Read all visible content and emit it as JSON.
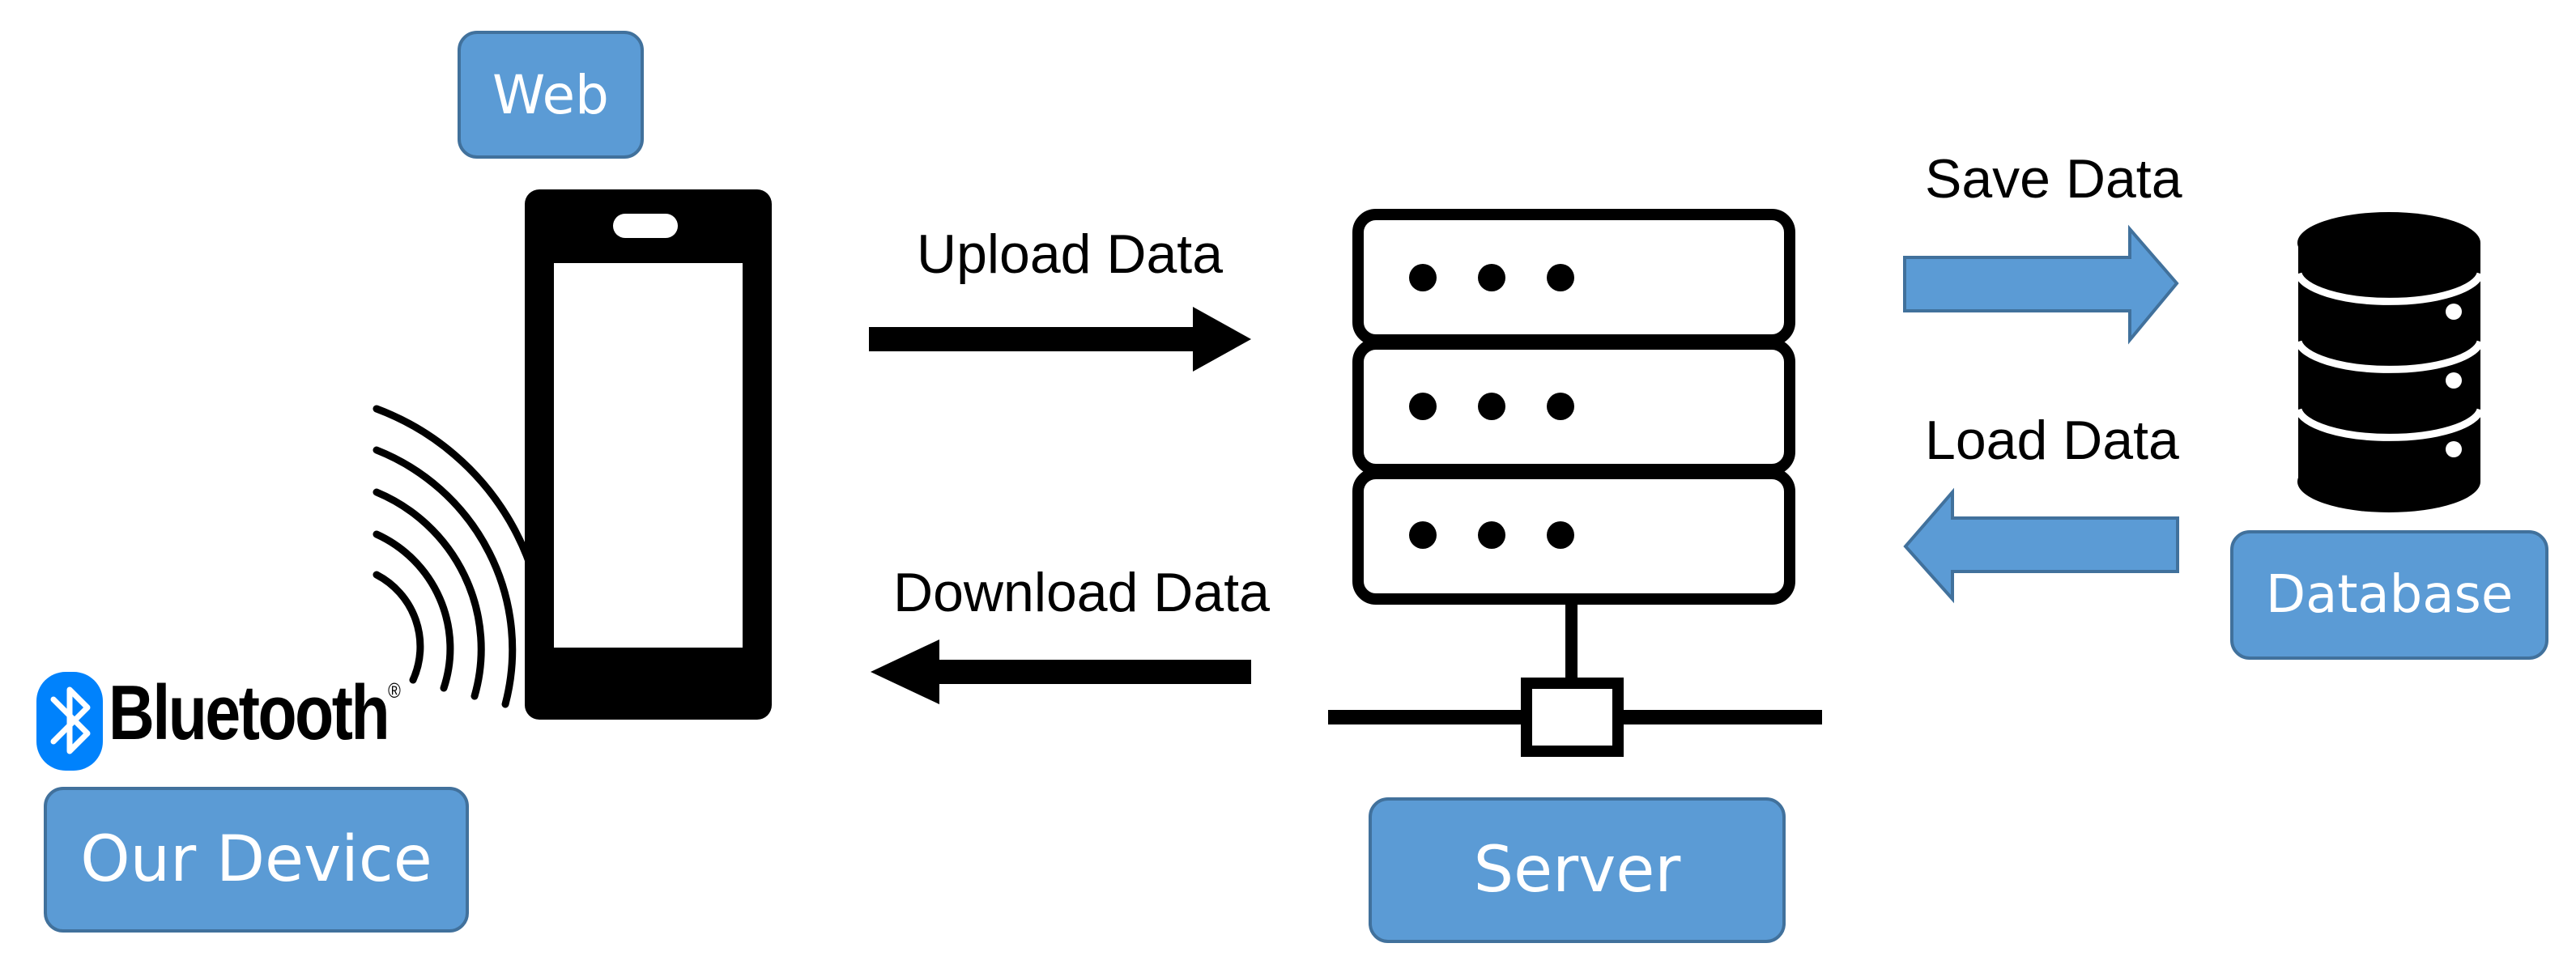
{
  "nodes": {
    "web": {
      "label": "Web"
    },
    "device": {
      "label": "Our Device"
    },
    "server": {
      "label": "Server"
    },
    "database": {
      "label": "Database"
    }
  },
  "bluetooth": {
    "label": "Bluetooth",
    "mark": "®"
  },
  "flows": {
    "upload": "Upload Data",
    "download": "Download Data",
    "save": "Save Data",
    "load": "Load Data"
  },
  "colors": {
    "box_fill": "#5b9bd5",
    "box_border": "#41719c",
    "arrow_blue": "#5b9bd5",
    "bluetooth_blue": "#0082fc",
    "ink": "#000000"
  },
  "icons": [
    "smartphone-icon",
    "wireless-signal-icon",
    "bluetooth-logo-icon",
    "server-rack-icon",
    "network-connector-icon",
    "database-icon"
  ]
}
